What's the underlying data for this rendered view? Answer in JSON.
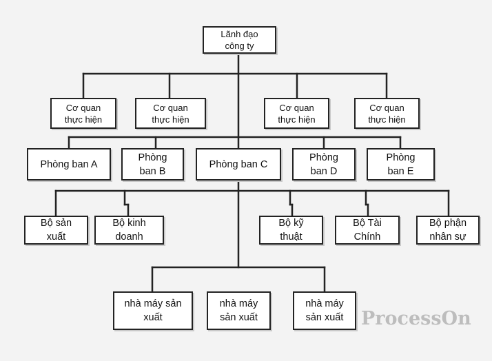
{
  "colors": {
    "background": "#f3f3f3",
    "node_fill": "#ffffff",
    "line": "#222222",
    "watermark": "#bdbdbd"
  },
  "root": {
    "label": "Lãnh đạo\ncông ty"
  },
  "agencies": [
    {
      "label": "Cơ quan\nthực hiện"
    },
    {
      "label": "Cơ quan\nthực hiện"
    },
    {
      "label": "Cơ quan\nthực hiện"
    },
    {
      "label": "Cơ quan\nthực hiện"
    }
  ],
  "departments": [
    {
      "label": "Phòng ban A"
    },
    {
      "label": "Phòng\nban B"
    },
    {
      "label": "Phòng ban C"
    },
    {
      "label": "Phòng\nban D"
    },
    {
      "label": "Phòng\nban E"
    }
  ],
  "divisions": [
    {
      "label": "Bộ sản\nxuất"
    },
    {
      "label": "Bộ kinh\ndoanh"
    },
    {
      "label": "Bộ kỹ\nthuật"
    },
    {
      "label": "Bộ Tài\nChính"
    },
    {
      "label": "Bộ phận\nnhân sự"
    }
  ],
  "factories": [
    {
      "label": "nhà máy sản\nxuất"
    },
    {
      "label": "nhà máy\nsản xuất"
    },
    {
      "label": "nhà máy\nsản xuất"
    }
  ],
  "watermark": "ProcessOn"
}
